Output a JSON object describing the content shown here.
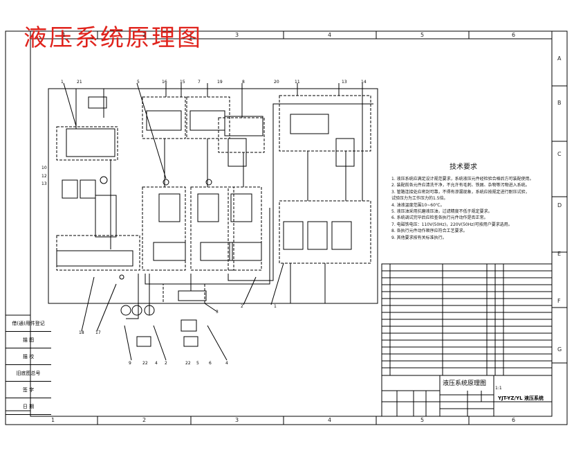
{
  "drawing": {
    "title": "液压系统原理图",
    "title_color": "#e0231c",
    "border_numbers_top": [
      "1",
      "2",
      "3",
      "4",
      "5",
      "6"
    ],
    "border_numbers_bottom": [
      "1",
      "2",
      "3",
      "4",
      "5",
      "6"
    ],
    "border_letters": [
      "A",
      "B",
      "C",
      "D",
      "E",
      "F",
      "G"
    ],
    "tech_requirements_title": "技术要求",
    "tech_requirements": [
      "1. 液压系统应满足设计规范要求，系统液压元件经检验合格后方可装配使用。",
      "2. 装配前各元件应清洗干净，不允许有毛刺、铁屑、杂物等污物进入系统。",
      "3. 管路连接处应密封可靠，不得有渗漏现象，系统应按规定进行耐压试验，",
      "   试验压力为工作压力的1.5倍。",
      "4. 油液温度范围10~60℃。",
      "5. 液压油采用抗磨液压油，过滤精度不低于规定要求。",
      "6. 系统调试完毕后应检查各执行元件动作是否正常。",
      "7. 电磁铁电压：110V(50Hz)，220V(50Hz)可按用户要求选用。",
      "8. 各执行元件动作顺序应符合工艺要求。",
      "9. 其他要求按有关标准执行。"
    ],
    "side_block": [
      "借(通)用件登记",
      "描 图",
      "描 校",
      "旧底图总号",
      "签 字",
      "日 期"
    ],
    "title_block": {
      "name": "液压系统原理图",
      "code": "YJT-YZ/YL 液压系统",
      "scale": "1:1"
    }
  }
}
